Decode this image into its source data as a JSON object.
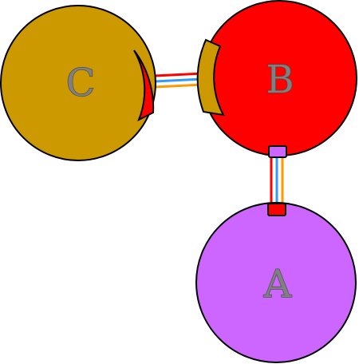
{
  "diagram": {
    "colors": {
      "background": "#ffffff",
      "outline": "#000000",
      "label_fill": "#808080",
      "link_red": "#ff0000",
      "link_blue": "#3399ff",
      "link_orange": "#ff9900"
    },
    "nodes": [
      {
        "id": "C",
        "label": "C",
        "fill": "#cc9900"
      },
      {
        "id": "B",
        "label": "B",
        "fill": "#ff0000"
      },
      {
        "id": "A",
        "label": "A",
        "fill": "#cc66ff"
      }
    ],
    "links": [
      {
        "from": "C",
        "to": "B",
        "stripes": [
          "#ff0000",
          "#3399ff",
          "#ff9900"
        ]
      },
      {
        "from": "B",
        "to": "A",
        "stripes": [
          "#ff0000",
          "#3399ff",
          "#ff9900"
        ]
      }
    ]
  }
}
